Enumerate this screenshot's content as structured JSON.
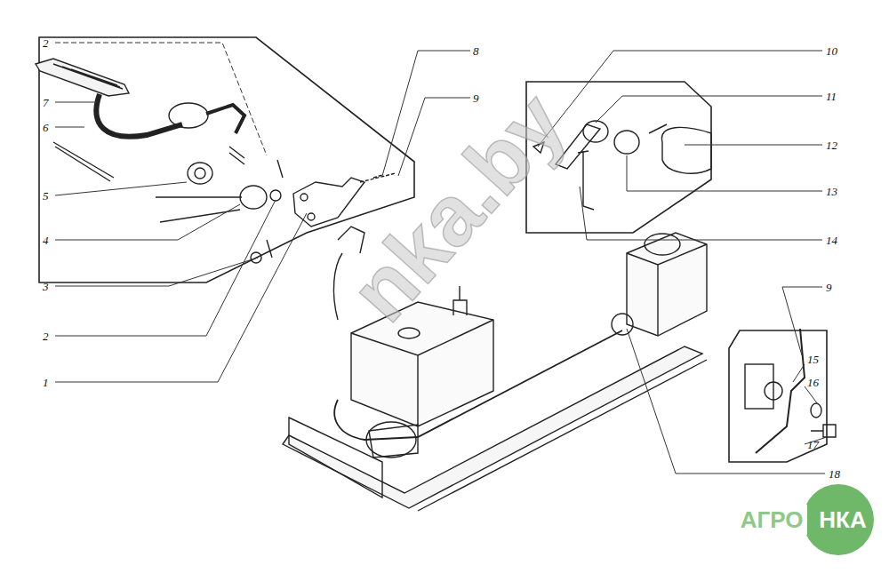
{
  "diagram": {
    "labels": [
      "2",
      "7",
      "6",
      "5",
      "4",
      "3",
      "2",
      "1",
      "8",
      "9",
      "10",
      "11",
      "12",
      "13",
      "14",
      "9",
      "15",
      "16",
      "17",
      "18",
      "nka.by",
      "АГРО",
      "НКА"
    ]
  }
}
